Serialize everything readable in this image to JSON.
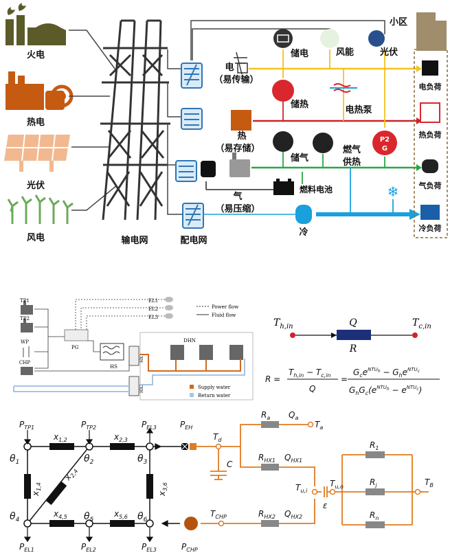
{
  "top": {
    "sources": [
      "火电",
      "热电",
      "光伏",
      "风电"
    ],
    "grid_transmission": "输电网",
    "grid_distribution": "配电网",
    "community": "小区",
    "energy_electric": [
      "电",
      "（易传输）"
    ],
    "energy_heat": [
      "热",
      "（易存储）"
    ],
    "energy_gas": [
      "气",
      "（易压缩）"
    ],
    "energy_cold": "冷",
    "storage_elec": "储电",
    "wind": "风能",
    "solar": "光伏",
    "storage_heat": "储热",
    "heat_pump": "电热泵",
    "storage_gas": "储气",
    "gas_heating": [
      "燃气",
      "供热"
    ],
    "p2g": [
      "P2",
      "G"
    ],
    "fuel_cell": "燃料电池",
    "loads": [
      "电负荷",
      "热负荷",
      "气负荷",
      "冷负荷"
    ],
    "colors": {
      "electric": "#f6c21b",
      "heat": "#c8252b",
      "gas": "#27a844",
      "cold": "#1aa0dc",
      "source": "#5b5b2a",
      "heat_src": "#c55a11",
      "pv": "#f2b890",
      "wind": "#6aaa5a",
      "transformer": "#2e75b6"
    }
  },
  "network": {
    "nodes": [
      "TP1",
      "TP2",
      "WP",
      "CHP"
    ],
    "pg": "PG",
    "hs": "HS",
    "hx": [
      "HX1",
      "HX2"
    ],
    "loads": [
      "EL1",
      "EL2",
      "EL3"
    ],
    "legend": [
      "Power flow",
      "Fluid flow"
    ],
    "dhn": "DHN",
    "water_legend": [
      "Supply water",
      "Return water"
    ]
  },
  "hx_model": {
    "th_in": "T",
    "th_in_sub": "h,in",
    "tc_in": "T",
    "tc_in_sub": "c,in",
    "q": "Q",
    "r": "R"
  },
  "circuit": {
    "theta_labels": [
      "1",
      "2",
      "3",
      "4",
      "5",
      "6"
    ],
    "reactances": [
      "1,2",
      "2,3",
      "1,4",
      "2,4",
      "3,6",
      "4,5",
      "5,6"
    ],
    "p_top": [
      [
        "TP",
        "1"
      ],
      [
        "TP",
        "2"
      ],
      [
        "EL",
        "3"
      ],
      [
        "EH",
        ""
      ]
    ],
    "p_bottom": [
      [
        "EL",
        "1"
      ],
      [
        "EL",
        "2"
      ],
      [
        "EL",
        "3"
      ]
    ],
    "p_chp": [
      "CHP"
    ],
    "thermal": {
      "td": "d",
      "tchp": "CHP",
      "ra": "a",
      "qa": "a",
      "ta": "a",
      "rhx1": "HX1",
      "qhx1": "HX1",
      "rhx2": "HX2",
      "qhx2": "HX2",
      "tui": "u,i",
      "tuo": "u,o",
      "r1": "1",
      "rj": "j",
      "rn": "n",
      "tb": "B",
      "cap": "C",
      "eps": "ε"
    }
  }
}
